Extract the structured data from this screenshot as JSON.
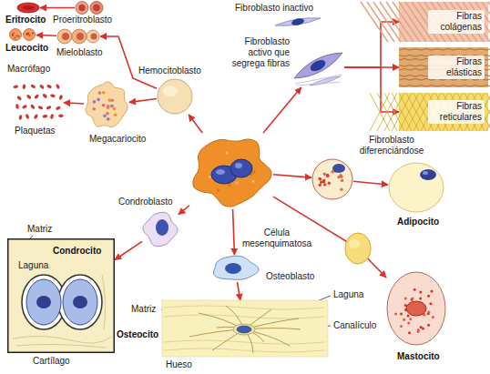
{
  "diagram": {
    "nodes": [
      {
        "text": [
          "Eritrocito"
        ]
      },
      {
        "text": [
          "Proeritroblasto"
        ]
      },
      {
        "text": [
          "Leucocito"
        ]
      },
      {
        "text": [
          "Mieloblasto"
        ]
      },
      {
        "text": [
          "Hemocitoblasto"
        ]
      },
      {
        "text": [
          "Plaquetas"
        ]
      },
      {
        "text": [
          "Megacariocito"
        ]
      },
      {
        "text": [
          "Fibroblasto inactivo"
        ]
      },
      {
        "text": [
          "Fibroblasto activo que segrega fibras"
        ]
      },
      {
        "text": [
          "Fibras colágenas"
        ]
      },
      {
        "text": [
          "Fibras elásticas"
        ]
      },
      {
        "text": [
          "Fibras reticulares"
        ]
      },
      {
        "text": [
          "Célula mesenquimatosa"
        ]
      },
      {
        "text": [
          "Fibroblasto diferenciándose"
        ]
      },
      {
        "text": [
          "Adipocito"
        ]
      },
      {
        "text": [
          "Condroblasto"
        ]
      },
      {
        "text": [
          "Cartílago"
        ]
      },
      {
        "text": [
          "Osteoblasto"
        ]
      },
      {
        "text": [
          "Hueso"
        ]
      },
      {
        "text": [
          "Mastocito"
        ]
      }
    ],
    "edges": [
      {
        "from": 12,
        "to": 4,
        "arrow": "to"
      },
      {
        "from": 4,
        "to": 3,
        "arrow": "to"
      },
      {
        "from": 4,
        "to": 6,
        "arrow": "to"
      },
      {
        "from": 1,
        "to": 0,
        "arrow": "to"
      },
      {
        "from": 3,
        "to": 2,
        "arrow": "to"
      },
      {
        "from": 6,
        "to": 5,
        "arrow": "to"
      },
      {
        "from": 12,
        "to": 8,
        "arrow": "to"
      },
      {
        "from": 8,
        "to": 9,
        "arrow": "to"
      },
      {
        "from": 8,
        "to": 10,
        "arrow": "to"
      },
      {
        "from": 8,
        "to": 11,
        "arrow": "to"
      },
      {
        "from": 12,
        "to": 13,
        "arrow": "to"
      },
      {
        "from": 13,
        "to": 14,
        "arrow": "to"
      },
      {
        "from": 12,
        "to": 15,
        "arrow": "to"
      },
      {
        "from": 15,
        "to": 16,
        "arrow": "to"
      },
      {
        "from": 12,
        "to": 17,
        "arrow": "to"
      },
      {
        "from": 17,
        "to": 18,
        "arrow": "to"
      },
      {
        "from": 12,
        "to": 19,
        "arrow": "to"
      }
    ],
    "labels": [
      "Macrófago",
      "Matriz",
      "Condrocito",
      "Laguna",
      "Matriz",
      "Laguna",
      "Osteocito",
      "Canalículo"
    ]
  }
}
